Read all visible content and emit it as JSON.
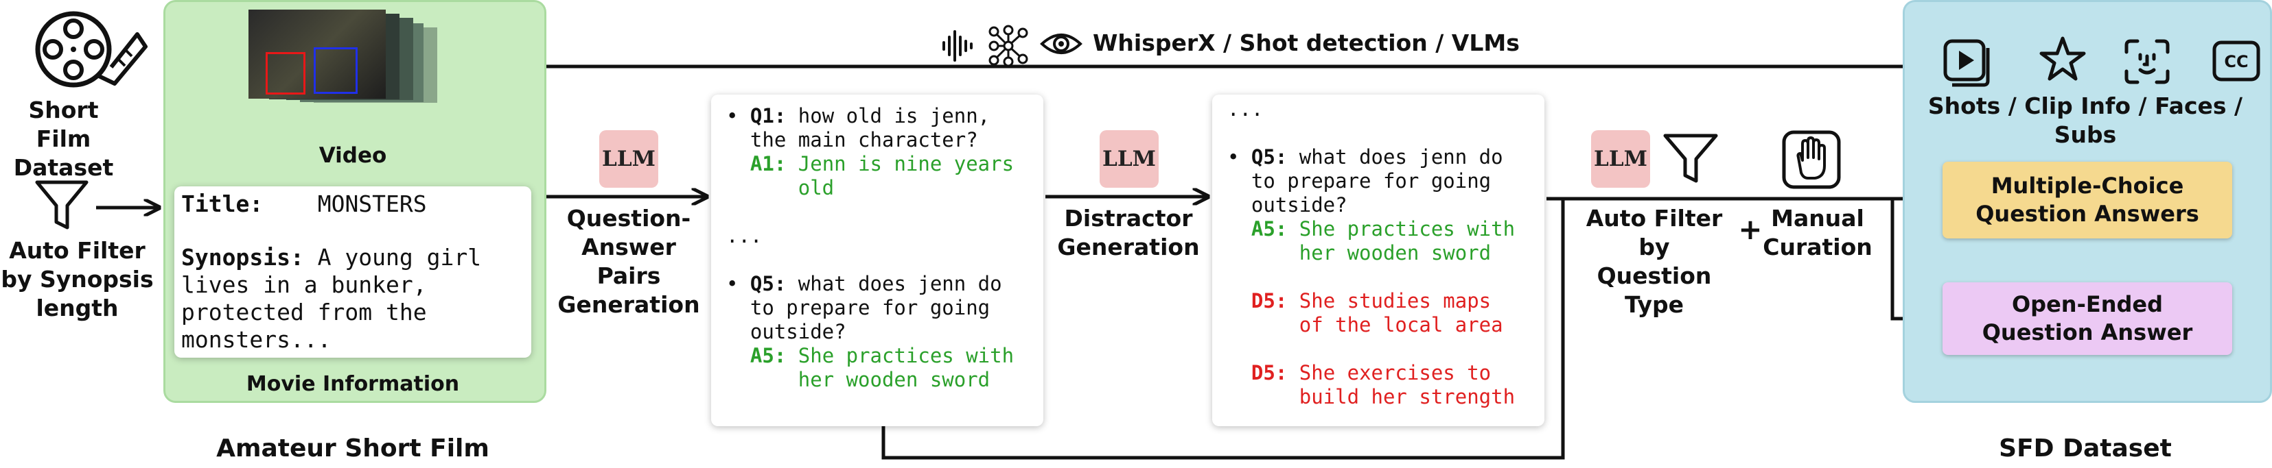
{
  "source": {
    "dataset_label_line1": "Short",
    "dataset_label_line2": "Film Dataset",
    "filter_label_line1": "Auto Filter",
    "filter_label_line2": "by Synopsis",
    "filter_label_line3": "length",
    "section_title": "Amateur Short Film"
  },
  "movie": {
    "video_label": "Video",
    "title_key": "Title:",
    "title_value": "MONSTERS",
    "synopsis_key": "Synopsis:",
    "synopsis_line1": " A young girl",
    "synopsis_line2": "lives in a bunker,",
    "synopsis_line3": "protected from the",
    "synopsis_line4": "monsters...",
    "info_label": "Movie Information"
  },
  "top_pipeline": {
    "label": "WhisperX / Shot detection / VLMs"
  },
  "stage1": {
    "llm": "LLM",
    "label_line1": "Question-",
    "label_line2": "Answer Pairs",
    "label_line3": "Generation"
  },
  "qa_card": {
    "q1_key": "Q1:",
    "q1_line1": " how old is jenn,",
    "q1_line2": "the main character?",
    "a1_key": "A1:",
    "a1_line1": " Jenn is nine years",
    "a1_line2": "    old",
    "ellipsis": "...",
    "q5_key": "Q5:",
    "q5_line1": " what does jenn do",
    "q5_line2": "to prepare for going",
    "q5_line3": "outside?",
    "a5_key": "A5:",
    "a5_line1": " She practices with",
    "a5_line2": "    her wooden sword"
  },
  "stage2": {
    "llm": "LLM",
    "label_line1": "Distractor",
    "label_line2": "Generation"
  },
  "distractor_card": {
    "ellipsis": "...",
    "q5_key": "Q5:",
    "q5_line1": " what does jenn do",
    "q5_line2": "to prepare for going",
    "q5_line3": "outside?",
    "a5_key": "A5:",
    "a5_line1": " She practices with",
    "a5_line2": "    her wooden sword",
    "d5a_key": "D5:",
    "d5a_line1": " She studies maps",
    "d5a_line2": "    of the local area",
    "d5b_key": "D5:",
    "d5b_line1": " She exercises to",
    "d5b_line2": "    build her strength"
  },
  "stage3": {
    "llm": "LLM",
    "filter_line1": "Auto Filter  by",
    "filter_line2": "Question Type",
    "plus": "+",
    "manual_line1": "Manual",
    "manual_line2": "Curation"
  },
  "output": {
    "modalities_label": "Shots / Clip Info / Faces / Subs",
    "mcq_line1": "Multiple-Choice",
    "mcq_line2": "Question Answers",
    "open_line1": "Open-Ended",
    "open_line2": "Question Answer",
    "section_title": "SFD Dataset"
  },
  "colors": {
    "green_panel": "#c9ecc0",
    "blue_panel": "#bfe3ec",
    "llm_badge": "#f3c4c4",
    "mcq_box": "#f5d98f",
    "open_box": "#ecc9f4",
    "answer_green": "#2aa02a",
    "distractor_red": "#e02020"
  }
}
